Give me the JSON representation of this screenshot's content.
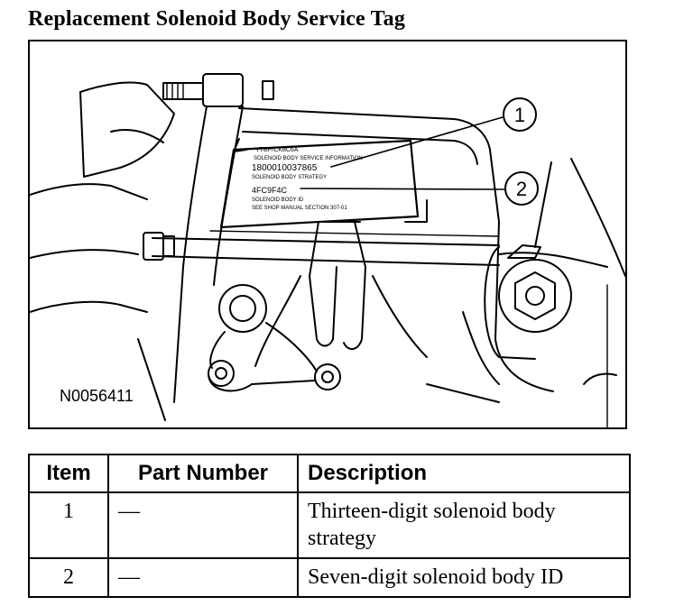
{
  "title": "Replacement Solenoid Body Service Tag",
  "figure": {
    "id": "N0056411",
    "callouts": [
      "1",
      "2"
    ],
    "tag_text": {
      "line1": "YTBP/CK8C6A",
      "line2": "SOLENOID BODY SERVICE INFORMATION",
      "line3": "1800010037865",
      "line4": "SOLENOID BODY STRATEGY",
      "line5": "4FC9F4C",
      "line6": "SOLENOID BODY ID",
      "line7": "SEE SHOP MANUAL SECTION 307-01"
    }
  },
  "table": {
    "headers": {
      "item": "Item",
      "part_number": "Part Number",
      "description": "Description"
    },
    "rows": [
      {
        "item": "1",
        "part_number": "—",
        "description": "Thirteen-digit solenoid body strategy"
      },
      {
        "item": "2",
        "part_number": "—",
        "description": "Seven-digit solenoid body ID"
      }
    ]
  }
}
